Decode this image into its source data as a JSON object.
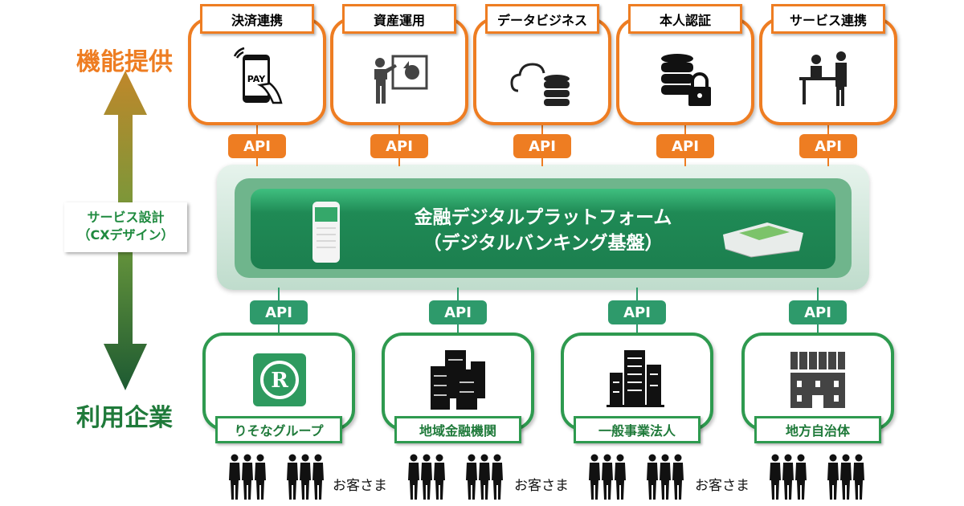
{
  "left": {
    "top_label": "機能提供",
    "middle_label_line1": "サービス設計",
    "middle_label_line2": "（CXデザイン）",
    "bottom_label": "利用企業",
    "colors": {
      "orange": "#ee7d22",
      "green": "#1f7a3a"
    }
  },
  "services": [
    {
      "label": "決済連携",
      "icon": "mobile-pay-icon"
    },
    {
      "label": "資産運用",
      "icon": "presentation-icon"
    },
    {
      "label": "データビジネス",
      "icon": "cloud-database-icon"
    },
    {
      "label": "本人認証",
      "icon": "database-lock-icon"
    },
    {
      "label": "サービス連携",
      "icon": "service-counter-icon"
    }
  ],
  "api_label": "API",
  "platform": {
    "line1": "金融デジタルプラットフォーム",
    "line2": "（デジタルバンキング基盤）"
  },
  "companies": [
    {
      "label": "りそなグループ",
      "icon": "resona-logo"
    },
    {
      "label": "地域金融機関",
      "icon": "bank-buildings-icon"
    },
    {
      "label": "一般事業法人",
      "icon": "office-building-icon"
    },
    {
      "label": "地方自治体",
      "icon": "government-building-icon"
    }
  ],
  "customers_label": "お客さま"
}
